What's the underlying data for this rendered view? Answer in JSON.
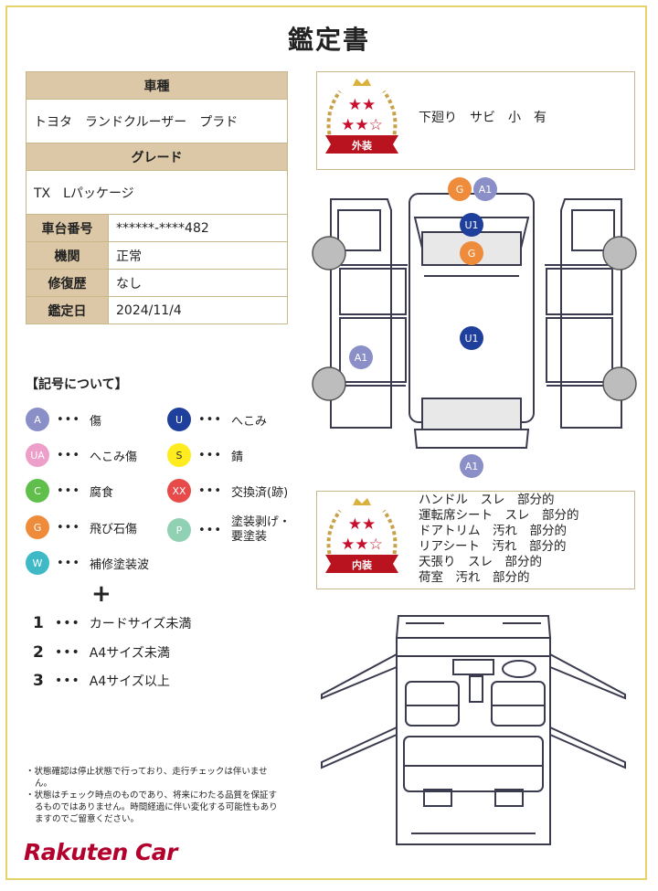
{
  "title": "鑑定書",
  "vehicle": {
    "type_header": "車種",
    "type_value": "トヨタ　ランドクルーザー　プラド",
    "grade_header": "グレード",
    "grade_value": "TX　Lパッケージ",
    "rows": [
      {
        "label": "車台番号",
        "value": "******-****482"
      },
      {
        "label": "機関",
        "value": "正常"
      },
      {
        "label": "修復歴",
        "value": "なし"
      },
      {
        "label": "鑑定日",
        "value": "2024/11/4"
      }
    ]
  },
  "exterior": {
    "badge_stars_top": "★★",
    "badge_stars_bottom": "★★☆",
    "badge_label": "外装",
    "comment": "下廻り　サビ　小　有",
    "markers": [
      {
        "code": "G",
        "color": "#ef8c3c"
      },
      {
        "code": "A1",
        "color": "#8a8fc8"
      },
      {
        "code": "U1",
        "color": "#1f3f9c"
      },
      {
        "code": "G",
        "color": "#ef8c3c"
      },
      {
        "code": "U1",
        "color": "#1f3f9c"
      },
      {
        "code": "A1",
        "color": "#8a8fc8"
      },
      {
        "code": "A1",
        "color": "#8a8fc8"
      }
    ]
  },
  "interior": {
    "badge_stars_top": "★★",
    "badge_stars_bottom": "★★☆",
    "badge_label": "内装",
    "comments": [
      "ハンドル　スレ　部分的",
      "運転席シート　スレ　部分的",
      "ドアトリム　汚れ　部分的",
      "リアシート　汚れ　部分的",
      "天張り　スレ　部分的",
      "荷室　汚れ　部分的"
    ]
  },
  "legend": {
    "title": "【記号について】",
    "dots": "•••",
    "items": [
      {
        "code": "A",
        "label": "傷",
        "color": "#8a8fc8"
      },
      {
        "code": "U",
        "label": "へこみ",
        "color": "#1f3f9c"
      },
      {
        "code": "UA",
        "label": "へこみ傷",
        "color": "#ee9fc9"
      },
      {
        "code": "S",
        "label": "錆",
        "color": "#ffec1f"
      },
      {
        "code": "C",
        "label": "腐食",
        "color": "#5fbf4a"
      },
      {
        "code": "XX",
        "label": "交換済(跡)",
        "color": "#e84a4a"
      },
      {
        "code": "G",
        "label": "飛び石傷",
        "color": "#ef8c3c"
      },
      {
        "code": "P",
        "label": "塗装剥げ・要塗装",
        "color": "#8fd1b2"
      },
      {
        "code": "W",
        "label": "補修塗装波",
        "color": "#3fb9c6"
      }
    ],
    "plus": "+",
    "sizes": [
      {
        "num": "1",
        "label": "カードサイズ未満"
      },
      {
        "num": "2",
        "label": "A4サイズ未満"
      },
      {
        "num": "3",
        "label": "A4サイズ以上"
      }
    ]
  },
  "notes": [
    "・状態確認は停止状態で行っており、走行チェックは伴いません。",
    "・状態はチェック時点のものであり、将来にわたる品質を保証するものではありません。時間経過に伴い変化する可能性もありますのでご留意ください。"
  ],
  "brand": "Rakuten Car"
}
